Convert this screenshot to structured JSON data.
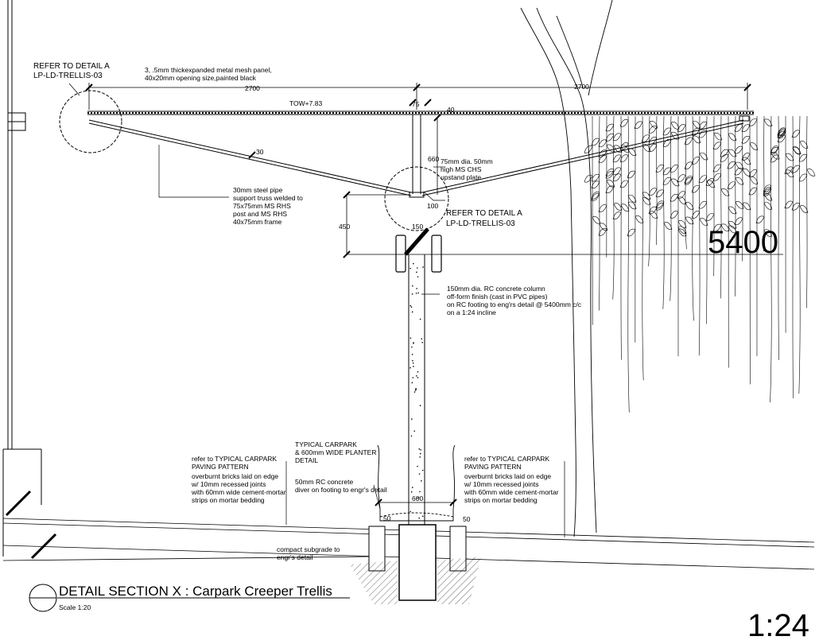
{
  "title": {
    "main": "DETAIL SECTION X : Carpark Creeper Trellis",
    "scale": "Scale 1:20"
  },
  "dims": {
    "d2700_left": "2700",
    "d2700_right": "2700",
    "d75": "75",
    "d40": "40",
    "d30": "30",
    "d660": "660",
    "d100": "100",
    "d150": "150",
    "d450": "450",
    "d5400": "5400",
    "d600": "600",
    "d50": "50"
  },
  "labels": {
    "refer_left_1": "REFER TO DETAIL A",
    "refer_left_2": "LP-LD-TRELLIS-03",
    "refer_right_1": "REFER TO DETAIL A",
    "refer_right_2": "LP-LD-TRELLIS-03",
    "mesh_1": "3, .5mm thickexpanded metal mesh panel,",
    "mesh_2": "40x20mm opening size,painted black",
    "tow": "TOW+7.83",
    "chs_1": "75mm dia. 50mm",
    "chs_2": "high MS CHS",
    "chs_3": "upstand plate",
    "pipe_1": "30mm steel pipe",
    "pipe_2": "support truss welded to",
    "pipe_3": "75x75mm  MS RHS",
    "pipe_4": "post and MS RHS",
    "pipe_5": "40x75mm frame",
    "col_1": "150mm dia. RC concrete column",
    "col_2": "off-form finish (cast in PVC pipes)",
    "col_3": "on RC footing to eng'rs detail @ 5400mm c/c",
    "col_4": "on a 1:24 incline",
    "planter_1": "TYPICAL CARPARK",
    "planter_2": "& 600mm WIDE PLANTER",
    "planter_3": "DETAIL",
    "rc_1": "50mm RC concrete",
    "rc_2": "diver on footing to engr's detail",
    "pave_l1": "refer to TYPICAL CARPARK",
    "pave_l2": "PAVING PATTERN",
    "brick_1": "overburnt bricks laid on edge",
    "brick_2": "w/ 10mm recessed joints",
    "brick_3": "with 60mm wide cement-mortar",
    "brick_4": "strips on mortar bedding",
    "subgrade_1": "compact subgrade to",
    "subgrade_2": "engr's detail",
    "ratio": "1:24"
  }
}
